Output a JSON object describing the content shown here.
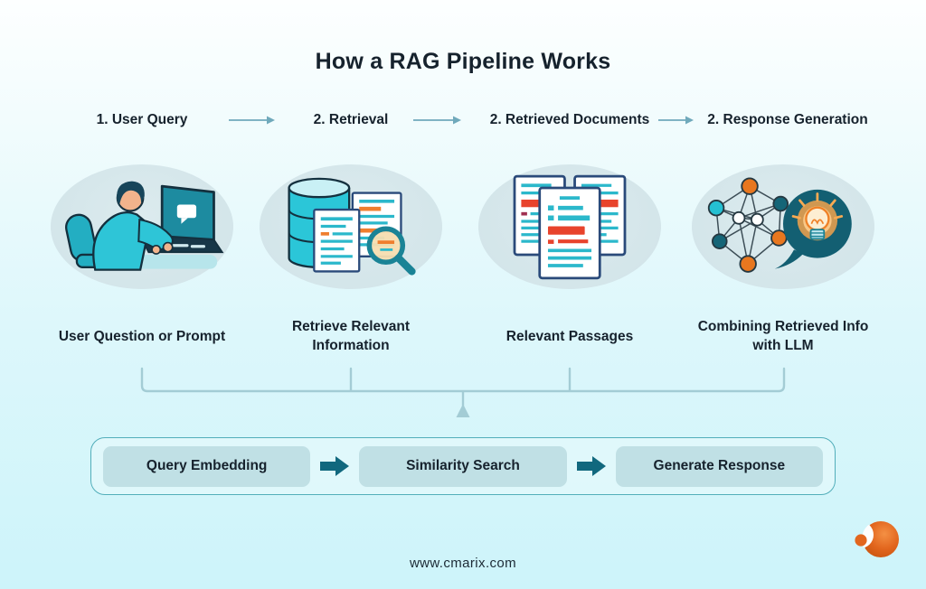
{
  "title": "How a RAG Pipeline Works",
  "flow": {
    "stages": [
      {
        "step_label": "1. User Query",
        "caption_lines": [
          "User Question or Prompt"
        ],
        "illustration": "person-typing-on-laptop-illustration"
      },
      {
        "step_label": "2. Retrieval",
        "caption_lines": [
          "Retrieve Relevant",
          "Information"
        ],
        "illustration": "database-documents-magnifier-illustration"
      },
      {
        "step_label": "2. Retrieved Documents",
        "caption_lines": [
          "Relevant Passages"
        ],
        "illustration": "highlighted-documents-illustration"
      },
      {
        "step_label": "2. Response Generation",
        "caption_lines": [
          "Combining Retrieved Info",
          "with LLM"
        ],
        "illustration": "knowledge-graph-lightbulb-speech-bubble-illustration"
      }
    ],
    "connector_icon": "right-arrow-icon"
  },
  "process_box": {
    "steps": [
      {
        "label": "Query Embedding"
      },
      {
        "label": "Similarity Search"
      },
      {
        "label": "Generate Response"
      }
    ],
    "arrow_icon": "right-block-arrow-icon"
  },
  "footer": {
    "website": "www.cmarix.com",
    "logo": "cmarix-logo"
  },
  "colors": {
    "background_top": "#fdffff",
    "background_bottom": "#cdf4fa",
    "text_dark": "#16222d",
    "ellipse_background": "#d2e4e8",
    "flow_arrow": "#6fa9bb",
    "bracket_line": "#a3ccd5",
    "process_box_border": "#52aeba",
    "process_pill_background": "#c0e0e5",
    "process_arrow": "#11687e",
    "illustration_cyan": "#2bc6d8",
    "illustration_dark_teal": "#135f72",
    "highlight_orange": "#ef7e2e",
    "highlight_red": "#e8432c",
    "logo_orange": "#e2661e"
  }
}
